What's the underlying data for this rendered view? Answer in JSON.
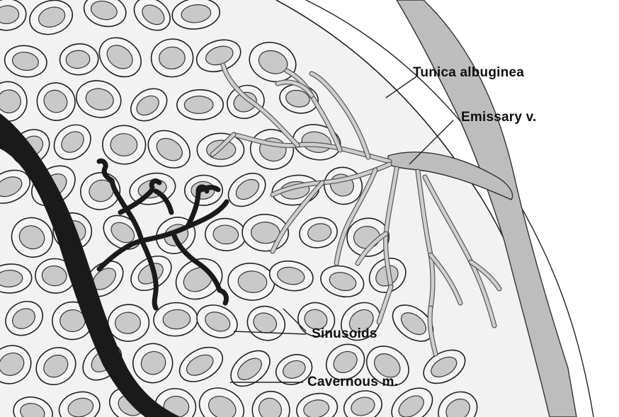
{
  "labels": {
    "tunica": "Tunica albuginea",
    "emissary": "Emissary v.",
    "sinusoids": "Sinusoids",
    "cavernous": "Cavernous m."
  },
  "colors": {
    "background": "#ffffff",
    "tissue_fill": "#f4f4f4",
    "nucleus_fill": "#c9c9c9",
    "emissary_vein": "#bdbdbd",
    "dark_vessel": "#1a1a1a",
    "line": "#222222"
  }
}
